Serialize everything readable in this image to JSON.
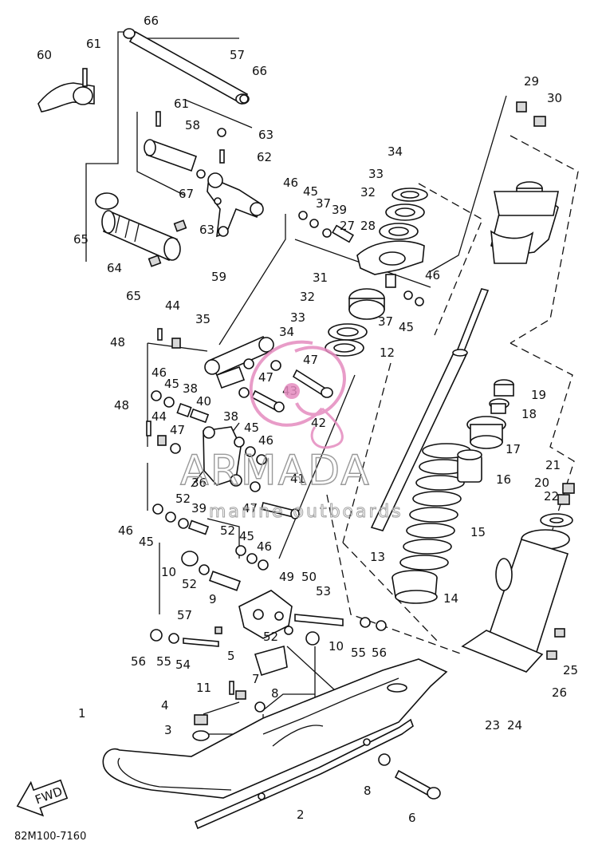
{
  "diagram": {
    "code": "82M100-7160",
    "labels": [
      "66",
      "61",
      "57",
      "60",
      "66",
      "29",
      "30",
      "61",
      "58",
      "63",
      "62",
      "67",
      "34",
      "33",
      "32",
      "46",
      "45",
      "37",
      "39",
      "27",
      "28",
      "65",
      "63",
      "64",
      "59",
      "65",
      "46",
      "31",
      "32",
      "37",
      "45",
      "44",
      "35",
      "33",
      "34",
      "48",
      "47",
      "12",
      "47",
      "19",
      "46",
      "45",
      "38",
      "40",
      "43",
      "18",
      "42",
      "48",
      "44",
      "47",
      "38",
      "45",
      "46",
      "17",
      "36",
      "41",
      "16",
      "52",
      "39",
      "21",
      "20",
      "22",
      "47",
      "15",
      "46",
      "45",
      "52",
      "45",
      "46",
      "13",
      "49",
      "50",
      "10",
      "52",
      "53",
      "14",
      "9",
      "57",
      "52",
      "10",
      "55",
      "56",
      "56",
      "55",
      "54",
      "5",
      "25",
      "7",
      "11",
      "8",
      "26",
      "23",
      "24",
      "1",
      "4",
      "3",
      "8",
      "2",
      "6"
    ],
    "fwd_label": "FWD"
  },
  "watermark": {
    "brand": "ARMADA",
    "tagline": "marine outboards",
    "brand_color": "#9a9a9a",
    "logo_color": "#e58bbf"
  }
}
